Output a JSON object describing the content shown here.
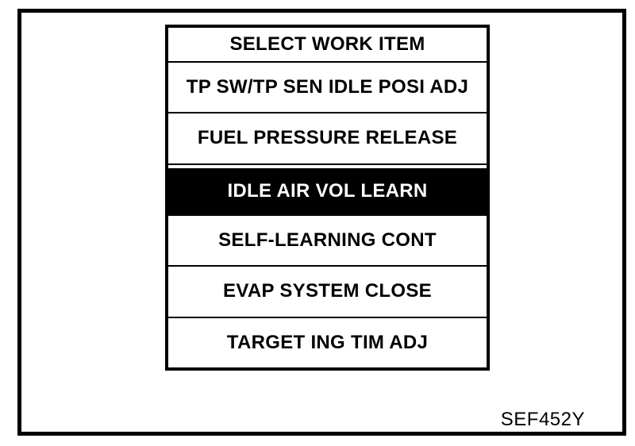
{
  "screen": {
    "title": "SELECT WORK ITEM",
    "items": [
      {
        "label": "TP SW/TP SEN IDLE POSI ADJ",
        "selected": false
      },
      {
        "label": "FUEL PRESSURE RELEASE",
        "selected": false
      },
      {
        "label": "IDLE AIR VOL LEARN",
        "selected": true
      },
      {
        "label": "SELF-LEARNING CONT",
        "selected": false
      },
      {
        "label": "EVAP SYSTEM CLOSE",
        "selected": false
      },
      {
        "label": "TARGET ING TIM ADJ",
        "selected": false
      }
    ]
  },
  "figure_ref": "SEF452Y",
  "colors": {
    "foreground": "#000000",
    "background": "#ffffff",
    "highlight_background": "#000000",
    "highlight_text": "#ffffff"
  }
}
